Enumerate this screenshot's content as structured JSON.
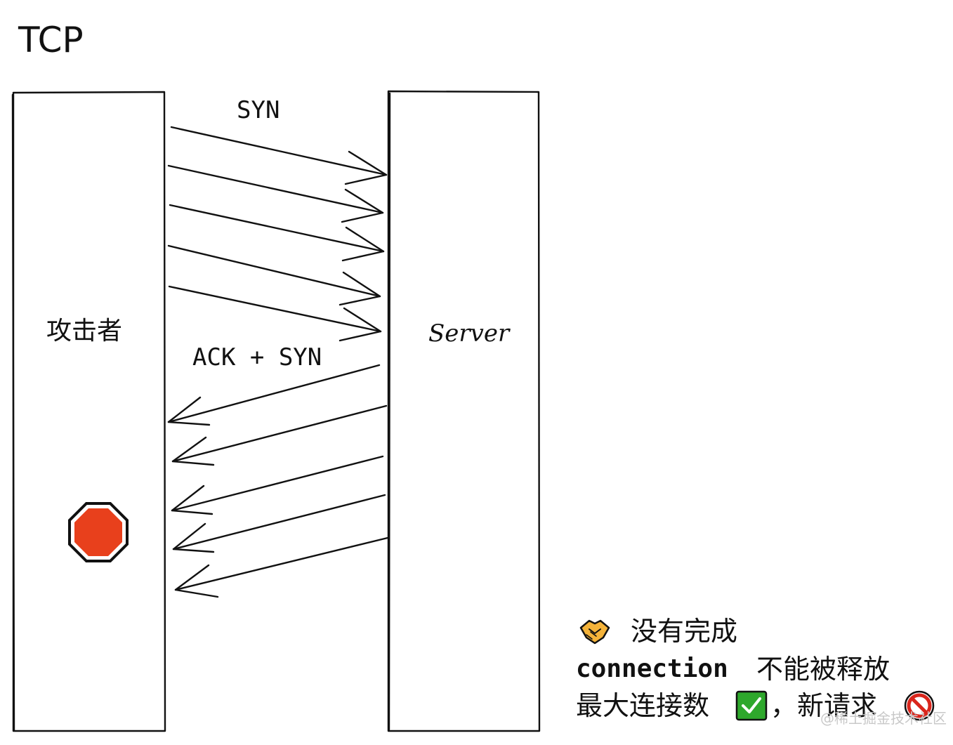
{
  "title": "TCP",
  "attacker_label": "攻击者",
  "server_label": "Server",
  "syn_label": "SYN",
  "ack_syn_label": "ACK + SYN",
  "legend": {
    "line1_text": "没有完成",
    "line2_code": "connection",
    "line2_text": "不能被释放",
    "line3_text": "最大连接数",
    "line3_sep": "，新请求",
    "icons": [
      "handshake-icon",
      "check-mark-button-icon",
      "prohibited-icon"
    ]
  },
  "watermark": "@稀土掘金技术社区",
  "colors": {
    "stroke": "#111111",
    "stop_sign": "#e8401c",
    "check_green": "#2ea82c",
    "prohibited_red": "#d9261c",
    "handshake": "#f4b33a"
  },
  "syn_arrow_count": 5,
  "ack_syn_arrow_count": 5
}
